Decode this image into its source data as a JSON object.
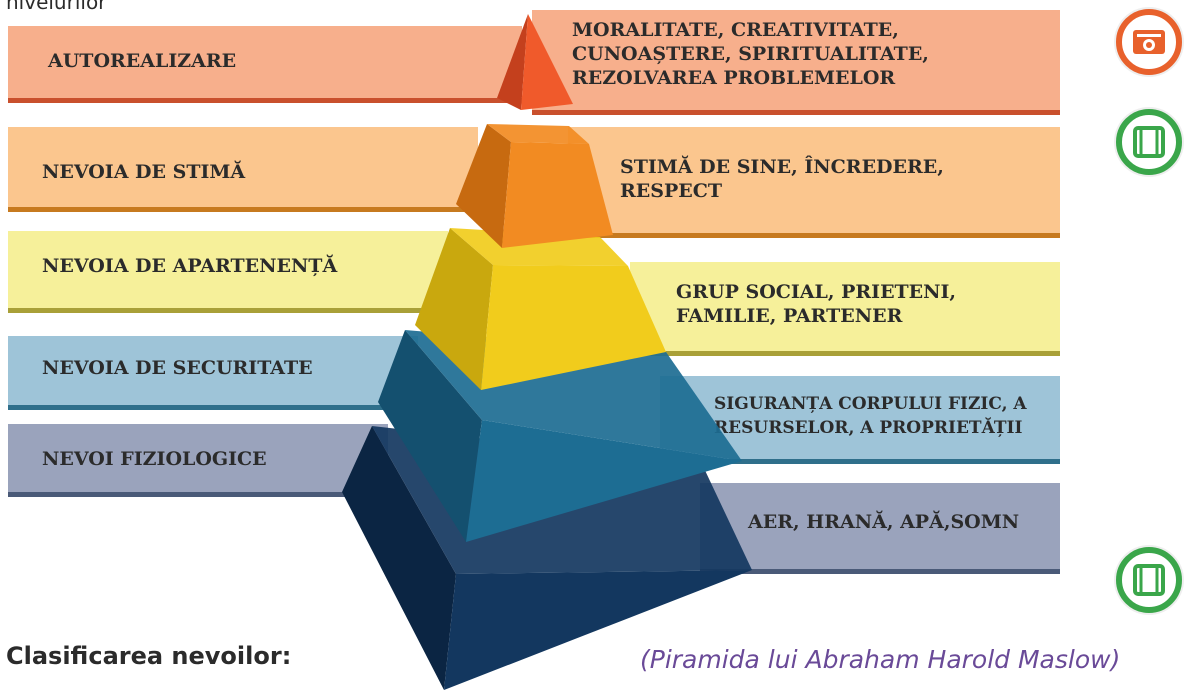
{
  "top_fragment": "nivelurilor",
  "colors": {
    "autorealizare": {
      "bar": "#f7af8c",
      "edge": "#c9502d",
      "face": "#f05a2b",
      "side": "#c4401d"
    },
    "stima": {
      "bar": "#fbc68e",
      "edge": "#c77a1f",
      "face": "#f28b22",
      "side": "#c76a10"
    },
    "apartenenta": {
      "bar": "#f6f09a",
      "edge": "#a9a038",
      "face": "#f1cc1c",
      "side": "#c9a80e"
    },
    "securitate": {
      "bar": "#9ec4d8",
      "edge": "#2f6f8b",
      "face": "#1d6d93",
      "side": "#14506f"
    },
    "fiziologice": {
      "bar": "#9aa3bc",
      "edge": "#4a5a78",
      "face": "#13375f",
      "side": "#0b2543"
    }
  },
  "levels": [
    {
      "id": "autorealizare",
      "label": "AUTOREALIZARE",
      "description": "MORALITATE, CREATIVITATE,\nCUNOAȘTERE, SPIRITUALITATE,\nREZOLVAREA PROBLEMELOR"
    },
    {
      "id": "stima",
      "label": "NEVOIA DE STIMĂ",
      "description": "STIMĂ DE SINE, ÎNCREDERE,\nRESPECT"
    },
    {
      "id": "apartenenta",
      "label": "NEVOIA DE APARTENENȚĂ",
      "description": "GRUP SOCIAL, PRIETENI,\nFAMILIE, PARTENER"
    },
    {
      "id": "securitate",
      "label": "NEVOIA DE SECURITATE",
      "description": "SIGURANȚA CORPULUI FIZIC, A\nRESURSELOR, A PROPRIETĂȚII"
    },
    {
      "id": "fiziologice",
      "label": "NEVOI FIZIOLOGICE",
      "description": "AER, HRANĂ, APĂ,SOMN"
    }
  ],
  "heading": "Clasificarea nevoilor:",
  "caption": "(Piramida lui Abraham Harold Maslow)",
  "icons": [
    {
      "name": "camera-icon",
      "color": "#e8612c"
    },
    {
      "name": "film-icon",
      "color": "#3aa64a"
    },
    {
      "name": "film-icon",
      "color": "#3aa64a"
    }
  ]
}
